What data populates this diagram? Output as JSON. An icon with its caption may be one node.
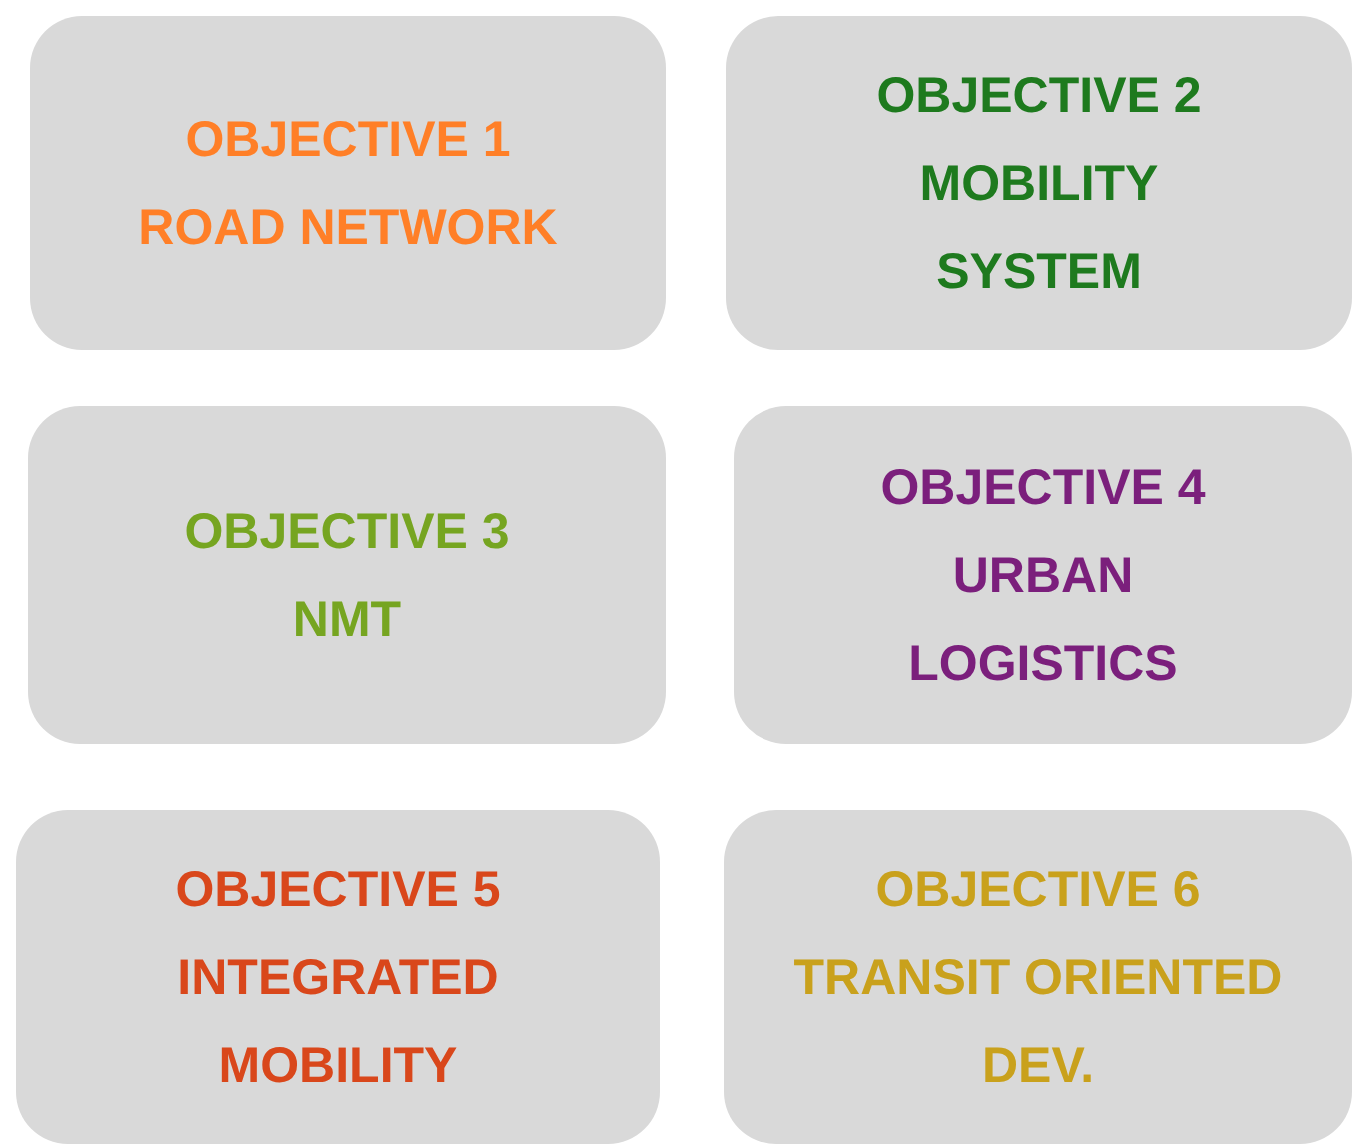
{
  "diagram": {
    "nodes": [
      {
        "text": [
          "OBJECTIVE 1",
          "ROAD NETWORK"
        ]
      },
      {
        "text": [
          "OBJECTIVE 2",
          "MOBILITY SYSTEM"
        ]
      },
      {
        "text": [
          "OBJECTIVE 3",
          "NMT"
        ]
      },
      {
        "text": [
          "OBJECTIVE 4",
          "URBAN LOGISTICS"
        ]
      },
      {
        "text": [
          "OBJECTIVE 5",
          "INTEGRATED MOBILITY"
        ]
      },
      {
        "text": [
          "OBJECTIVE 6",
          "TRANSIT ORIENTED DEV."
        ]
      }
    ]
  }
}
